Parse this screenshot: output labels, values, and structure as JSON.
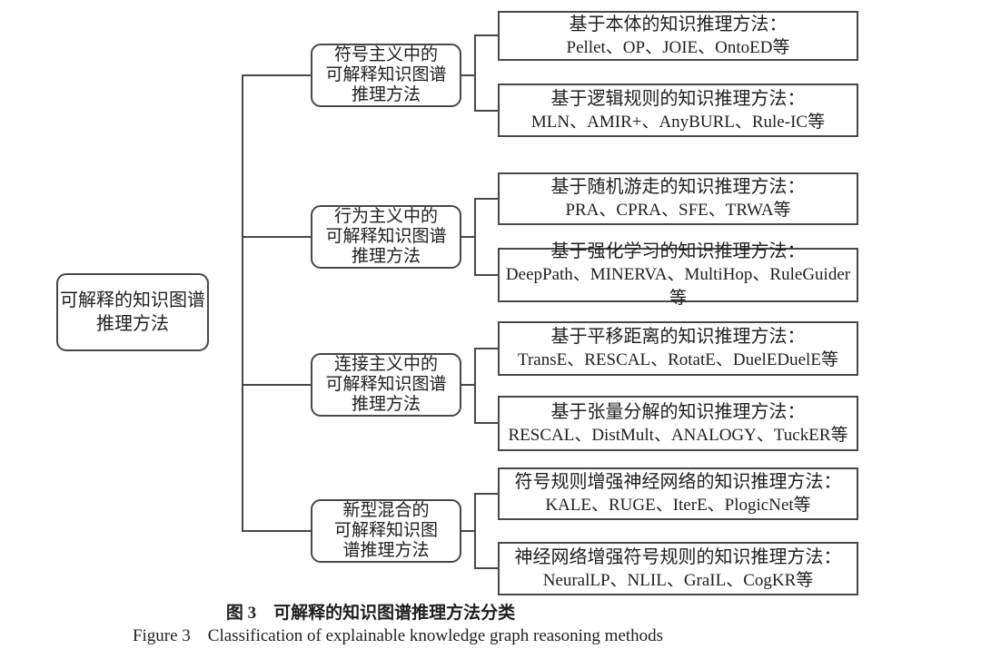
{
  "diagram": {
    "root": {
      "label": "可解释的知识图谱\n推理方法"
    },
    "groups": [
      {
        "branch": {
          "label": "符号主义中的\n可解释知识图谱\n推理方法"
        },
        "leaves": [
          {
            "title": "基于本体的知识推理方法：",
            "methods": "Pellet、OP、JOIE、OntoED等"
          },
          {
            "title": "基于逻辑规则的知识推理方法：",
            "methods": "MLN、AMIR+、AnyBURL、Rule-IC等"
          }
        ]
      },
      {
        "branch": {
          "label": "行为主义中的\n可解释知识图谱\n推理方法"
        },
        "leaves": [
          {
            "title": "基于随机游走的知识推理方法：",
            "methods": "PRA、CPRA、SFE、TRWA等"
          },
          {
            "title": "基于强化学习的知识推理方法：",
            "methods": "DeepPath、MINERVA、MultiHop、RuleGuider等"
          }
        ]
      },
      {
        "branch": {
          "label": "连接主义中的\n可解释知识图谱\n推理方法"
        },
        "leaves": [
          {
            "title": "基于平移距离的知识推理方法：",
            "methods": "TransE、RESCAL、RotatE、DuelEDuelE等"
          },
          {
            "title": "基于张量分解的知识推理方法：",
            "methods": "RESCAL、DistMult、ANALOGY、TuckER等"
          }
        ]
      },
      {
        "branch": {
          "label": "新型混合的\n可解释知识图\n谱推理方法"
        },
        "leaves": [
          {
            "title": "符号规则增强神经网络的知识推理方法：",
            "methods": "KALE、RUGE、IterE、PlogicNet等"
          },
          {
            "title": "神经网络增强符号规则的知识推理方法：",
            "methods": "NeuralLP、NLIL、GraIL、CogKR等"
          }
        ]
      }
    ]
  },
  "caption": {
    "zh": "图 3　可解释的知识图谱推理方法分类",
    "en": "Figure 3　Classification of explainable knowledge graph reasoning methods"
  },
  "colors": {
    "line": "#484848",
    "text": "#1f1f1f",
    "background": "#ffffff"
  }
}
